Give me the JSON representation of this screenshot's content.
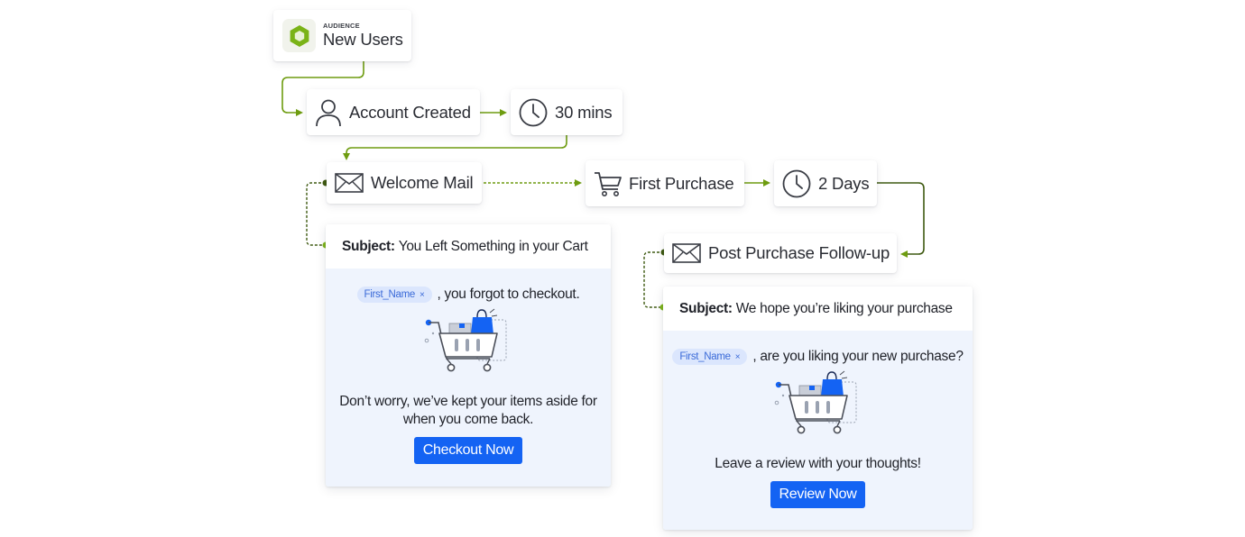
{
  "audience": {
    "caption": "AUDIENCE",
    "title": "New Users"
  },
  "nodes": {
    "account_created": "Account Created",
    "wait_1": "30 mins",
    "welcome_mail": "Welcome Mail",
    "first_purchase": "First Purchase",
    "wait_2": "2 Days",
    "post_purchase": "Post Purchase Follow-up"
  },
  "card_welcome": {
    "subject_label": "Subject:",
    "subject": "You Left Something in your Cart",
    "chip": "First_Name",
    "chip_close": "×",
    "line": ", you forgot to checkout.",
    "message_1": "Don’t worry, we’ve kept your items aside for",
    "message_2": "when you come back.",
    "button": "Checkout Now"
  },
  "card_followup": {
    "subject_label": "Subject:",
    "subject": "We hope you’re liking your purchase",
    "chip": "First_Name",
    "chip_close": "×",
    "line": ", are you liking your new purchase?",
    "message": "Leave a review with your thoughts!",
    "button": "Review Now"
  },
  "colors": {
    "connector": "#6e9c10",
    "connector_dark": "#3f5a12",
    "button": "#1463f3",
    "chip_bg": "#dbe6fd",
    "card_body": "#eff4fd"
  },
  "icons": {
    "audience": "hexagon-logo-icon",
    "account_created": "user-icon",
    "wait": "clock-icon",
    "mail": "envelope-icon",
    "purchase": "shopping-cart-icon",
    "illustration": "cart-with-bag-icon"
  }
}
